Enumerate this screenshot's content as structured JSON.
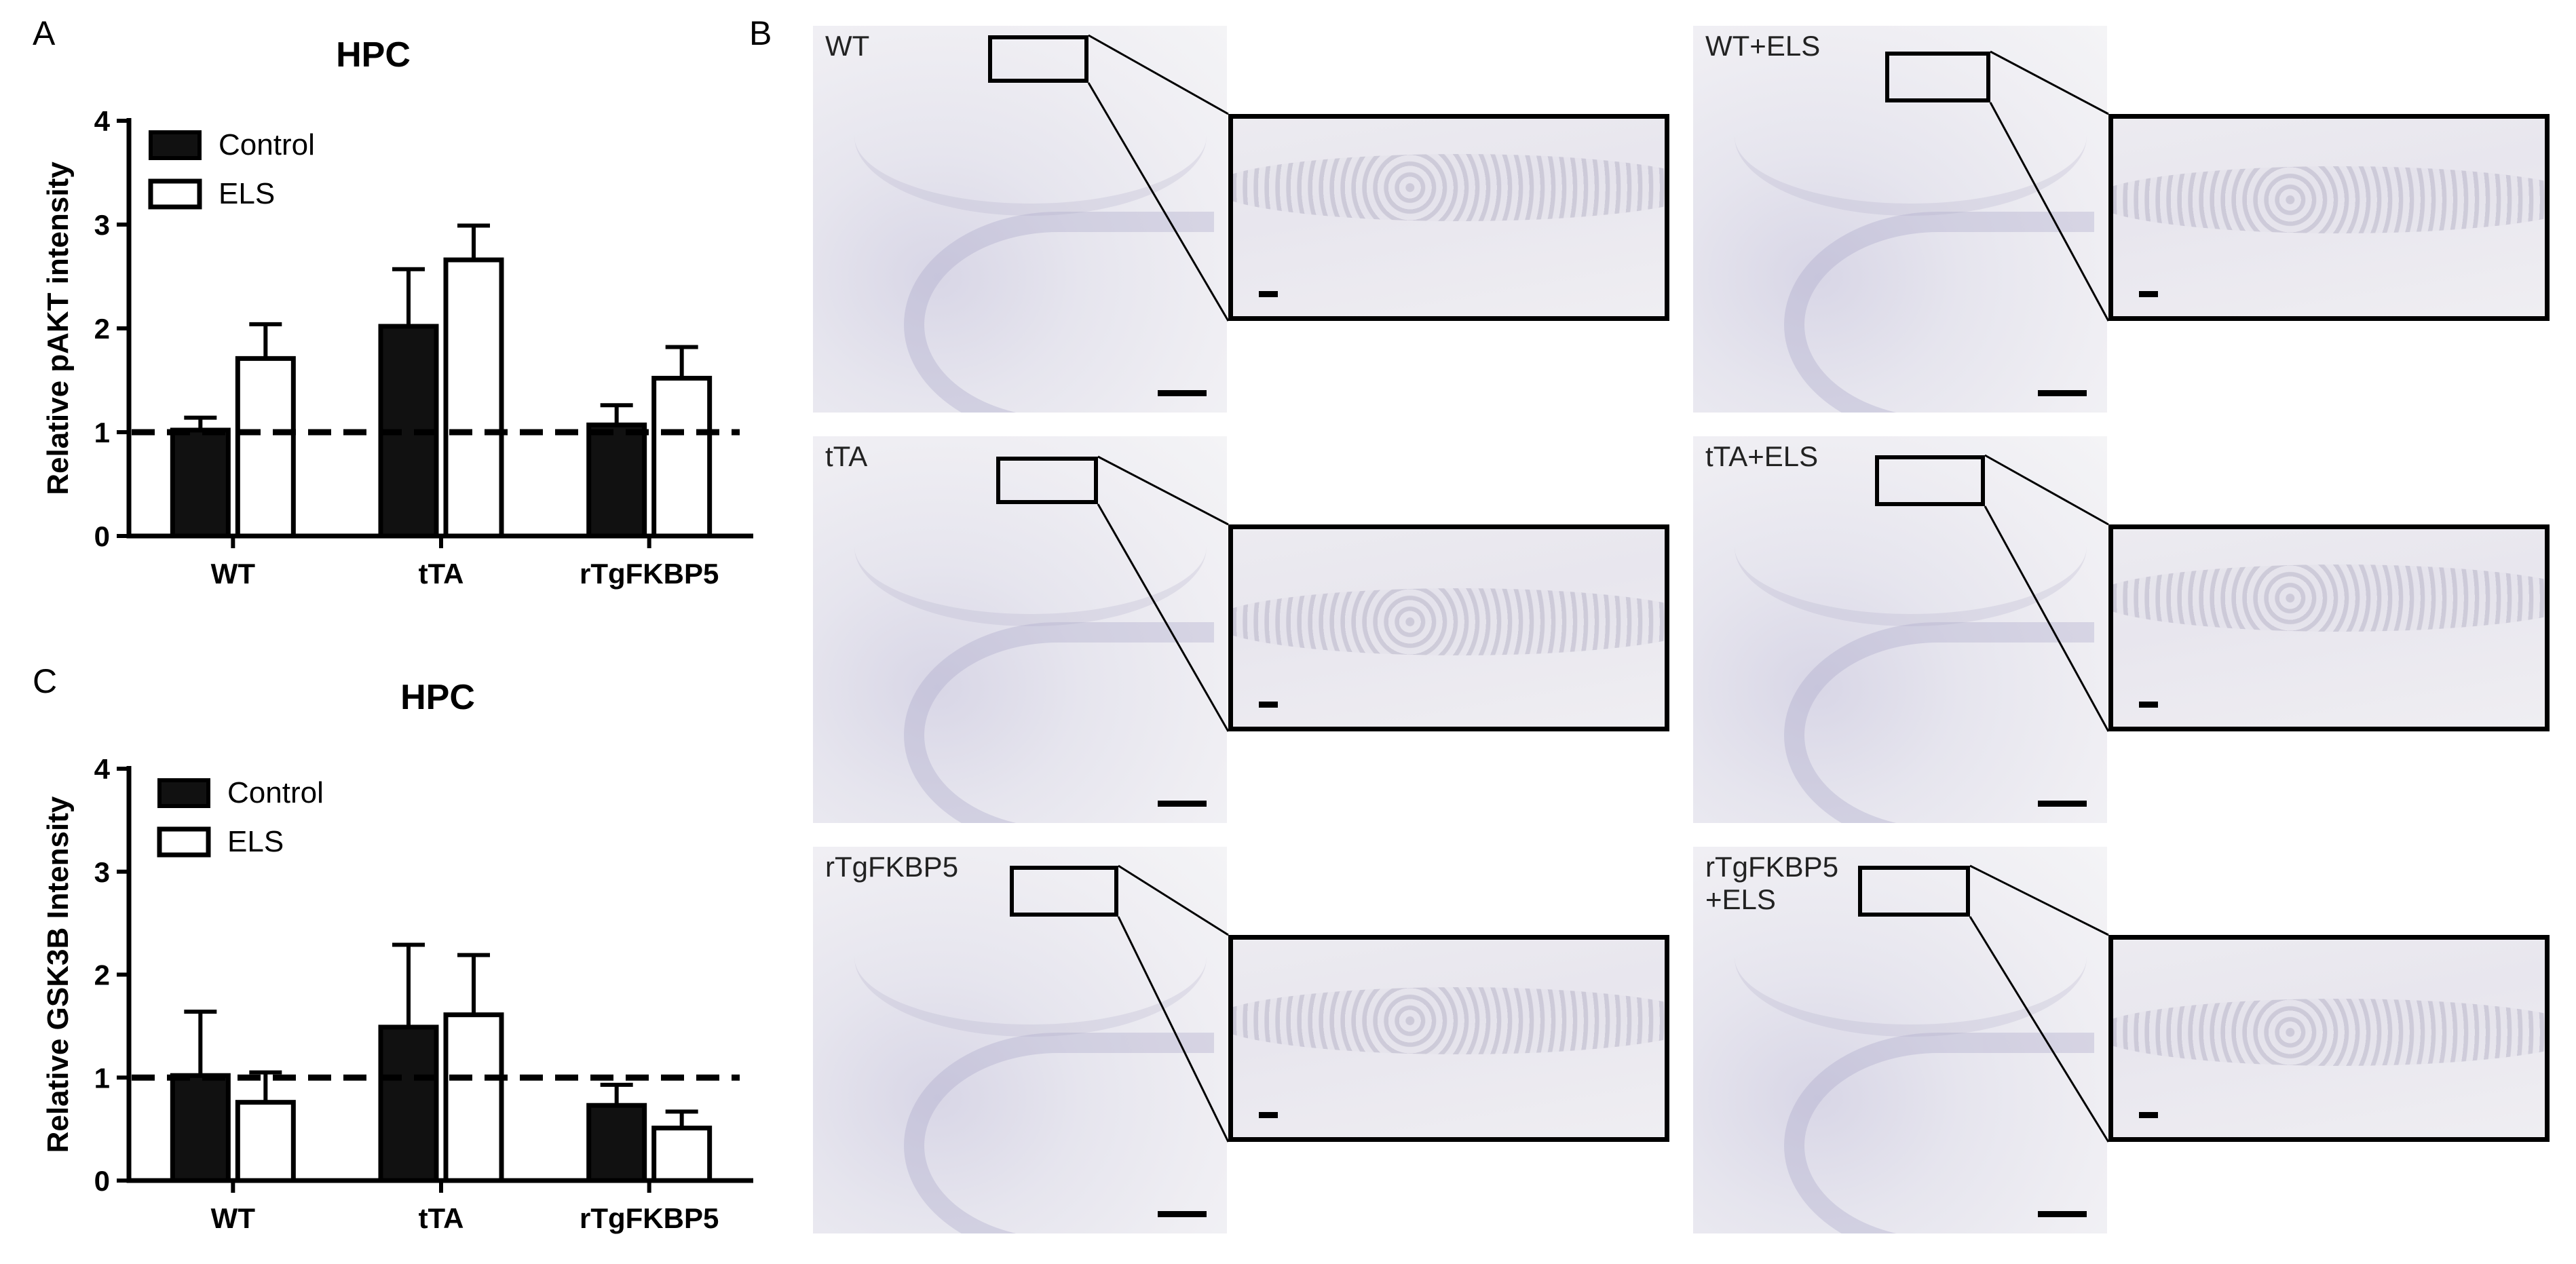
{
  "panel_letters": {
    "a": "A",
    "b": "B",
    "c": "C"
  },
  "legend": {
    "control": "Control",
    "els": "ELS"
  },
  "colors": {
    "control": "#111111",
    "els": "#ffffff",
    "stroke": "#000000"
  },
  "chart_data": [
    {
      "type": "bar",
      "title": "HPC",
      "ylabel": "Relative pAKT intensity",
      "xlabel": "",
      "ylim": [
        0,
        4
      ],
      "yticks": [
        "0",
        "1",
        "2",
        "3",
        "4"
      ],
      "categories": [
        "WT",
        "tTA",
        "rTgFKBP5"
      ],
      "series": [
        {
          "name": "Control",
          "values": [
            1.02,
            2.02,
            1.07
          ],
          "errors": [
            0.12,
            0.55,
            0.19
          ]
        },
        {
          "name": "ELS",
          "values": [
            1.71,
            2.66,
            1.52
          ],
          "errors": [
            0.33,
            0.33,
            0.3
          ]
        }
      ],
      "reference_line": 1.0,
      "grid": false,
      "legend_position": "top-left"
    },
    {
      "type": "bar",
      "title": "HPC",
      "ylabel": "Relative GSK3B Intensity",
      "xlabel": "",
      "ylim": [
        0,
        4
      ],
      "yticks": [
        "0",
        "1",
        "2",
        "3",
        "4"
      ],
      "categories": [
        "WT",
        "tTA",
        "rTgFKBP5"
      ],
      "series": [
        {
          "name": "Control",
          "values": [
            1.02,
            1.49,
            0.73
          ],
          "errors": [
            0.62,
            0.8,
            0.2
          ]
        },
        {
          "name": "ELS",
          "values": [
            0.76,
            1.61,
            0.51
          ],
          "errors": [
            0.29,
            0.58,
            0.16
          ]
        }
      ],
      "reference_line": 1.0,
      "grid": false,
      "legend_position": "top-left"
    }
  ],
  "micrographs": [
    {
      "label": "WT"
    },
    {
      "label": "WT+ELS"
    },
    {
      "label": "tTA"
    },
    {
      "label": "tTA+ELS"
    },
    {
      "label": "rTgFKBP5"
    },
    {
      "label": "rTgFKBP5\n+ELS"
    }
  ]
}
